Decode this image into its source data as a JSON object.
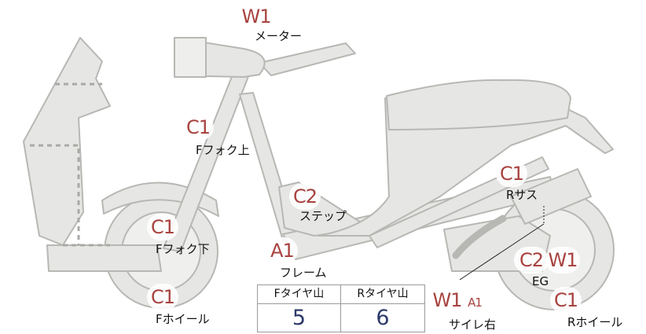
{
  "colors": {
    "body_fill": "#e6e6e4",
    "body_stroke": "#b7b7b4",
    "badge_text": "#a8433f",
    "value_text": "#2e3a6b"
  },
  "parts": [
    {
      "id": "meter",
      "badge": "W1",
      "label": "メーター"
    },
    {
      "id": "f_fork_upper",
      "badge": "C1",
      "label": "Fフォク上"
    },
    {
      "id": "step",
      "badge": "C2",
      "label": "ステップ"
    },
    {
      "id": "f_fork_lower",
      "badge": "C1",
      "label": "Fフォク下"
    },
    {
      "id": "frame",
      "badge": "A1",
      "label": "フレーム"
    },
    {
      "id": "f_wheel",
      "badge": "C1",
      "label": "Fホイール"
    },
    {
      "id": "r_sus",
      "badge": "C1",
      "label": "Rサス"
    },
    {
      "id": "eg",
      "badges": [
        "C2",
        "W1"
      ],
      "label": "EG"
    },
    {
      "id": "r_wheel",
      "badge": "C1",
      "label": "Rホイール"
    },
    {
      "id": "muffler_right",
      "badges": [
        "W1",
        "A1"
      ],
      "label": "サイレ右"
    }
  ],
  "tire_table": {
    "front_header": "Fタイヤ山",
    "rear_header": "Rタイヤ山",
    "front_value": "5",
    "rear_value": "6"
  }
}
